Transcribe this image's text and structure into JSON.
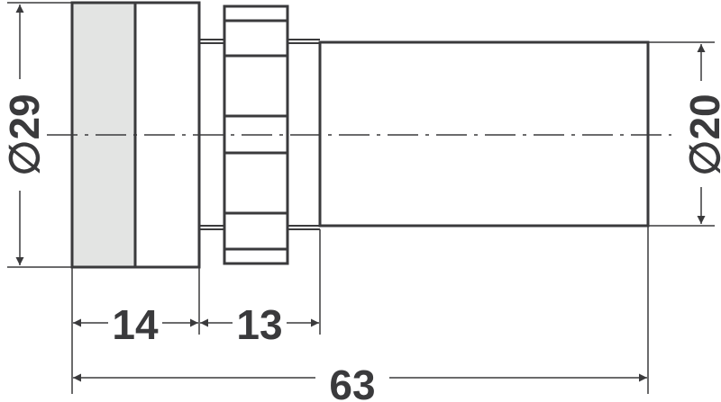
{
  "drawing": {
    "type": "technical-drawing",
    "subject": "cylindrical push-button / indicator body, side view",
    "colors": {
      "line": "#3a3a3c",
      "fill_shaded": "#e3e4e3",
      "background": "#ffffff"
    }
  },
  "dimensions": {
    "left_diameter": {
      "label": "∅29",
      "symbol": "∅",
      "value": "29"
    },
    "right_diameter": {
      "label": "∅20",
      "symbol": "∅",
      "value": "20"
    },
    "width_front": {
      "label": "14",
      "value": "14"
    },
    "width_nut": {
      "label": "13",
      "value": "13"
    },
    "total_length": {
      "label": "63",
      "value": "63"
    }
  }
}
